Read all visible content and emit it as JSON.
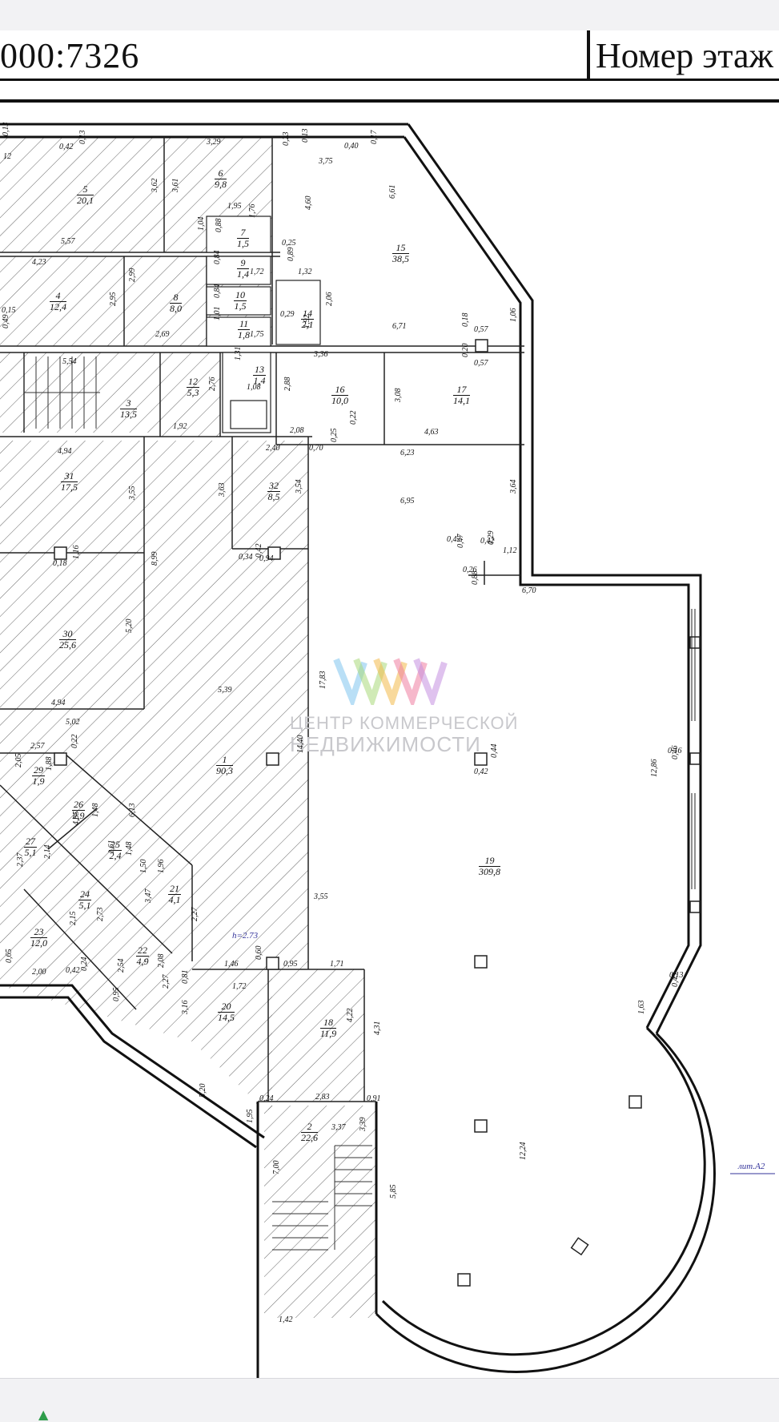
{
  "header": {
    "cadastral_number": "000:7326",
    "floor_label": "Номер этаж"
  },
  "watermark": {
    "line1": "ЦЕНТР КОММЕРЧЕСКОЙ",
    "line2": "НЕДВИЖИМОСТИ",
    "colors": [
      "#7fc4ee",
      "#a9d97a",
      "#f2b94a",
      "#ee7da0",
      "#c58fe0"
    ]
  },
  "height_note": "h=2.73",
  "sheet_ref": "лит.А2",
  "rooms": [
    {
      "no": "1",
      "area": "90,3"
    },
    {
      "no": "2",
      "area": "22,6"
    },
    {
      "no": "3",
      "area": "13,5"
    },
    {
      "no": "4",
      "area": "12,4"
    },
    {
      "no": "5",
      "area": "20,1"
    },
    {
      "no": "6",
      "area": "9,8"
    },
    {
      "no": "7",
      "area": "1,5"
    },
    {
      "no": "8",
      "area": "8,0"
    },
    {
      "no": "9",
      "area": "1,4"
    },
    {
      "no": "10",
      "area": "1,5"
    },
    {
      "no": "11",
      "area": "1,8"
    },
    {
      "no": "12",
      "area": "5,3"
    },
    {
      "no": "13",
      "area": "1,4"
    },
    {
      "no": "14",
      "area": "2,1"
    },
    {
      "no": "15",
      "area": "38,5"
    },
    {
      "no": "16",
      "area": "10,0"
    },
    {
      "no": "17",
      "area": "14,1"
    },
    {
      "no": "18",
      "area": "11,9"
    },
    {
      "no": "19",
      "area": "309,8"
    },
    {
      "no": "20",
      "area": "14,5"
    },
    {
      "no": "21",
      "area": "4,1"
    },
    {
      "no": "22",
      "area": "4,9"
    },
    {
      "no": "23",
      "area": "12,0"
    },
    {
      "no": "24",
      "area": "5,1"
    },
    {
      "no": "25",
      "area": "2,4"
    },
    {
      "no": "26",
      "area": "2,9"
    },
    {
      "no": "27",
      "area": "5,1"
    },
    {
      "no": "29",
      "area": "1,9"
    },
    {
      "no": "30",
      "area": "25,6"
    },
    {
      "no": "31",
      "area": "17,5"
    },
    {
      "no": "32",
      "area": "8,5"
    }
  ],
  "dimensions": [
    "0,13",
    "12",
    "0,42",
    "0,13",
    "3,29",
    "0,23",
    "0,13",
    "0,40",
    "0,17",
    "3,75",
    "3,62",
    "3,61",
    "1,95",
    "4,60",
    "6,61",
    "5,57",
    "1,04",
    "0,88",
    "1,76",
    "0,25",
    "4,23",
    "0,84",
    "0,89",
    "1,32",
    "1,72",
    "2,99",
    "2,95",
    "0,84",
    "2,06",
    "0,29",
    "1,01",
    "6,71",
    "0,18",
    "0,57",
    "1,06",
    "0,49",
    "0,15",
    "2,69",
    "1,75",
    "1,92",
    "3,36",
    "0,20",
    "0,57",
    "5,54",
    "1,31",
    "1,08",
    "2,76",
    "2,88",
    "3,08",
    "4,63",
    "1,92",
    "0,22",
    "2,08",
    "4,94",
    "2,40",
    "0,70",
    "0,25",
    "6,23",
    "3,55",
    "3,63",
    "3,54",
    "6,95",
    "3,64",
    "0,42",
    "0,18",
    "1,16",
    "0,34",
    "0,42",
    "0,94",
    "0,47",
    "0,42",
    "0,29",
    "1,12",
    "0,26",
    "0,88",
    "6,70",
    "8,99",
    "5,20",
    "4,94",
    "5,39",
    "17,83",
    "5,02",
    "2,57",
    "0,22",
    "14,40",
    "0,16",
    "0,46",
    "0,44",
    "0,42",
    "12,86",
    "2,05",
    "1,88",
    "1,48",
    "6,13",
    "4,85",
    "1,61",
    "1,48",
    "2,37",
    "2,14",
    "1,50",
    "1,96",
    "3,47",
    "3,55",
    "2,27",
    "2,15",
    "2,73",
    "2,08",
    "2,54",
    "0,81",
    "1,46",
    "0,60",
    "0,95",
    "1,71",
    "0,13",
    "0,43",
    "2,00",
    "0,42",
    "0,24",
    "0,95",
    "2,27",
    "1,72",
    "3,16",
    "4,22",
    "4,31",
    "1,63",
    "0,65",
    "5,20",
    "0,24",
    "0,91",
    "2,83",
    "1,95",
    "3,37",
    "3,39",
    "7,00",
    "5,85",
    "12,24",
    "1,42"
  ]
}
